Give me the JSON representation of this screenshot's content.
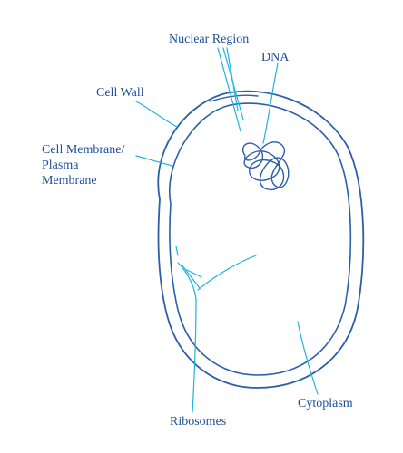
{
  "diagram": {
    "labels": {
      "nuclear_region": "Nuclear Region",
      "dna": "DNA",
      "cell_wall": "Cell Wall",
      "cell_membrane": [
        "Cell Membrane/",
        "Plasma",
        "Membrane"
      ],
      "ribosomes": "Ribosomes",
      "cytoplasm": "Cytoplasm"
    },
    "colors": {
      "outline": "#2b5fa8",
      "leader_line": "#1eb4dc",
      "label_text": "#1f4f9a"
    }
  }
}
